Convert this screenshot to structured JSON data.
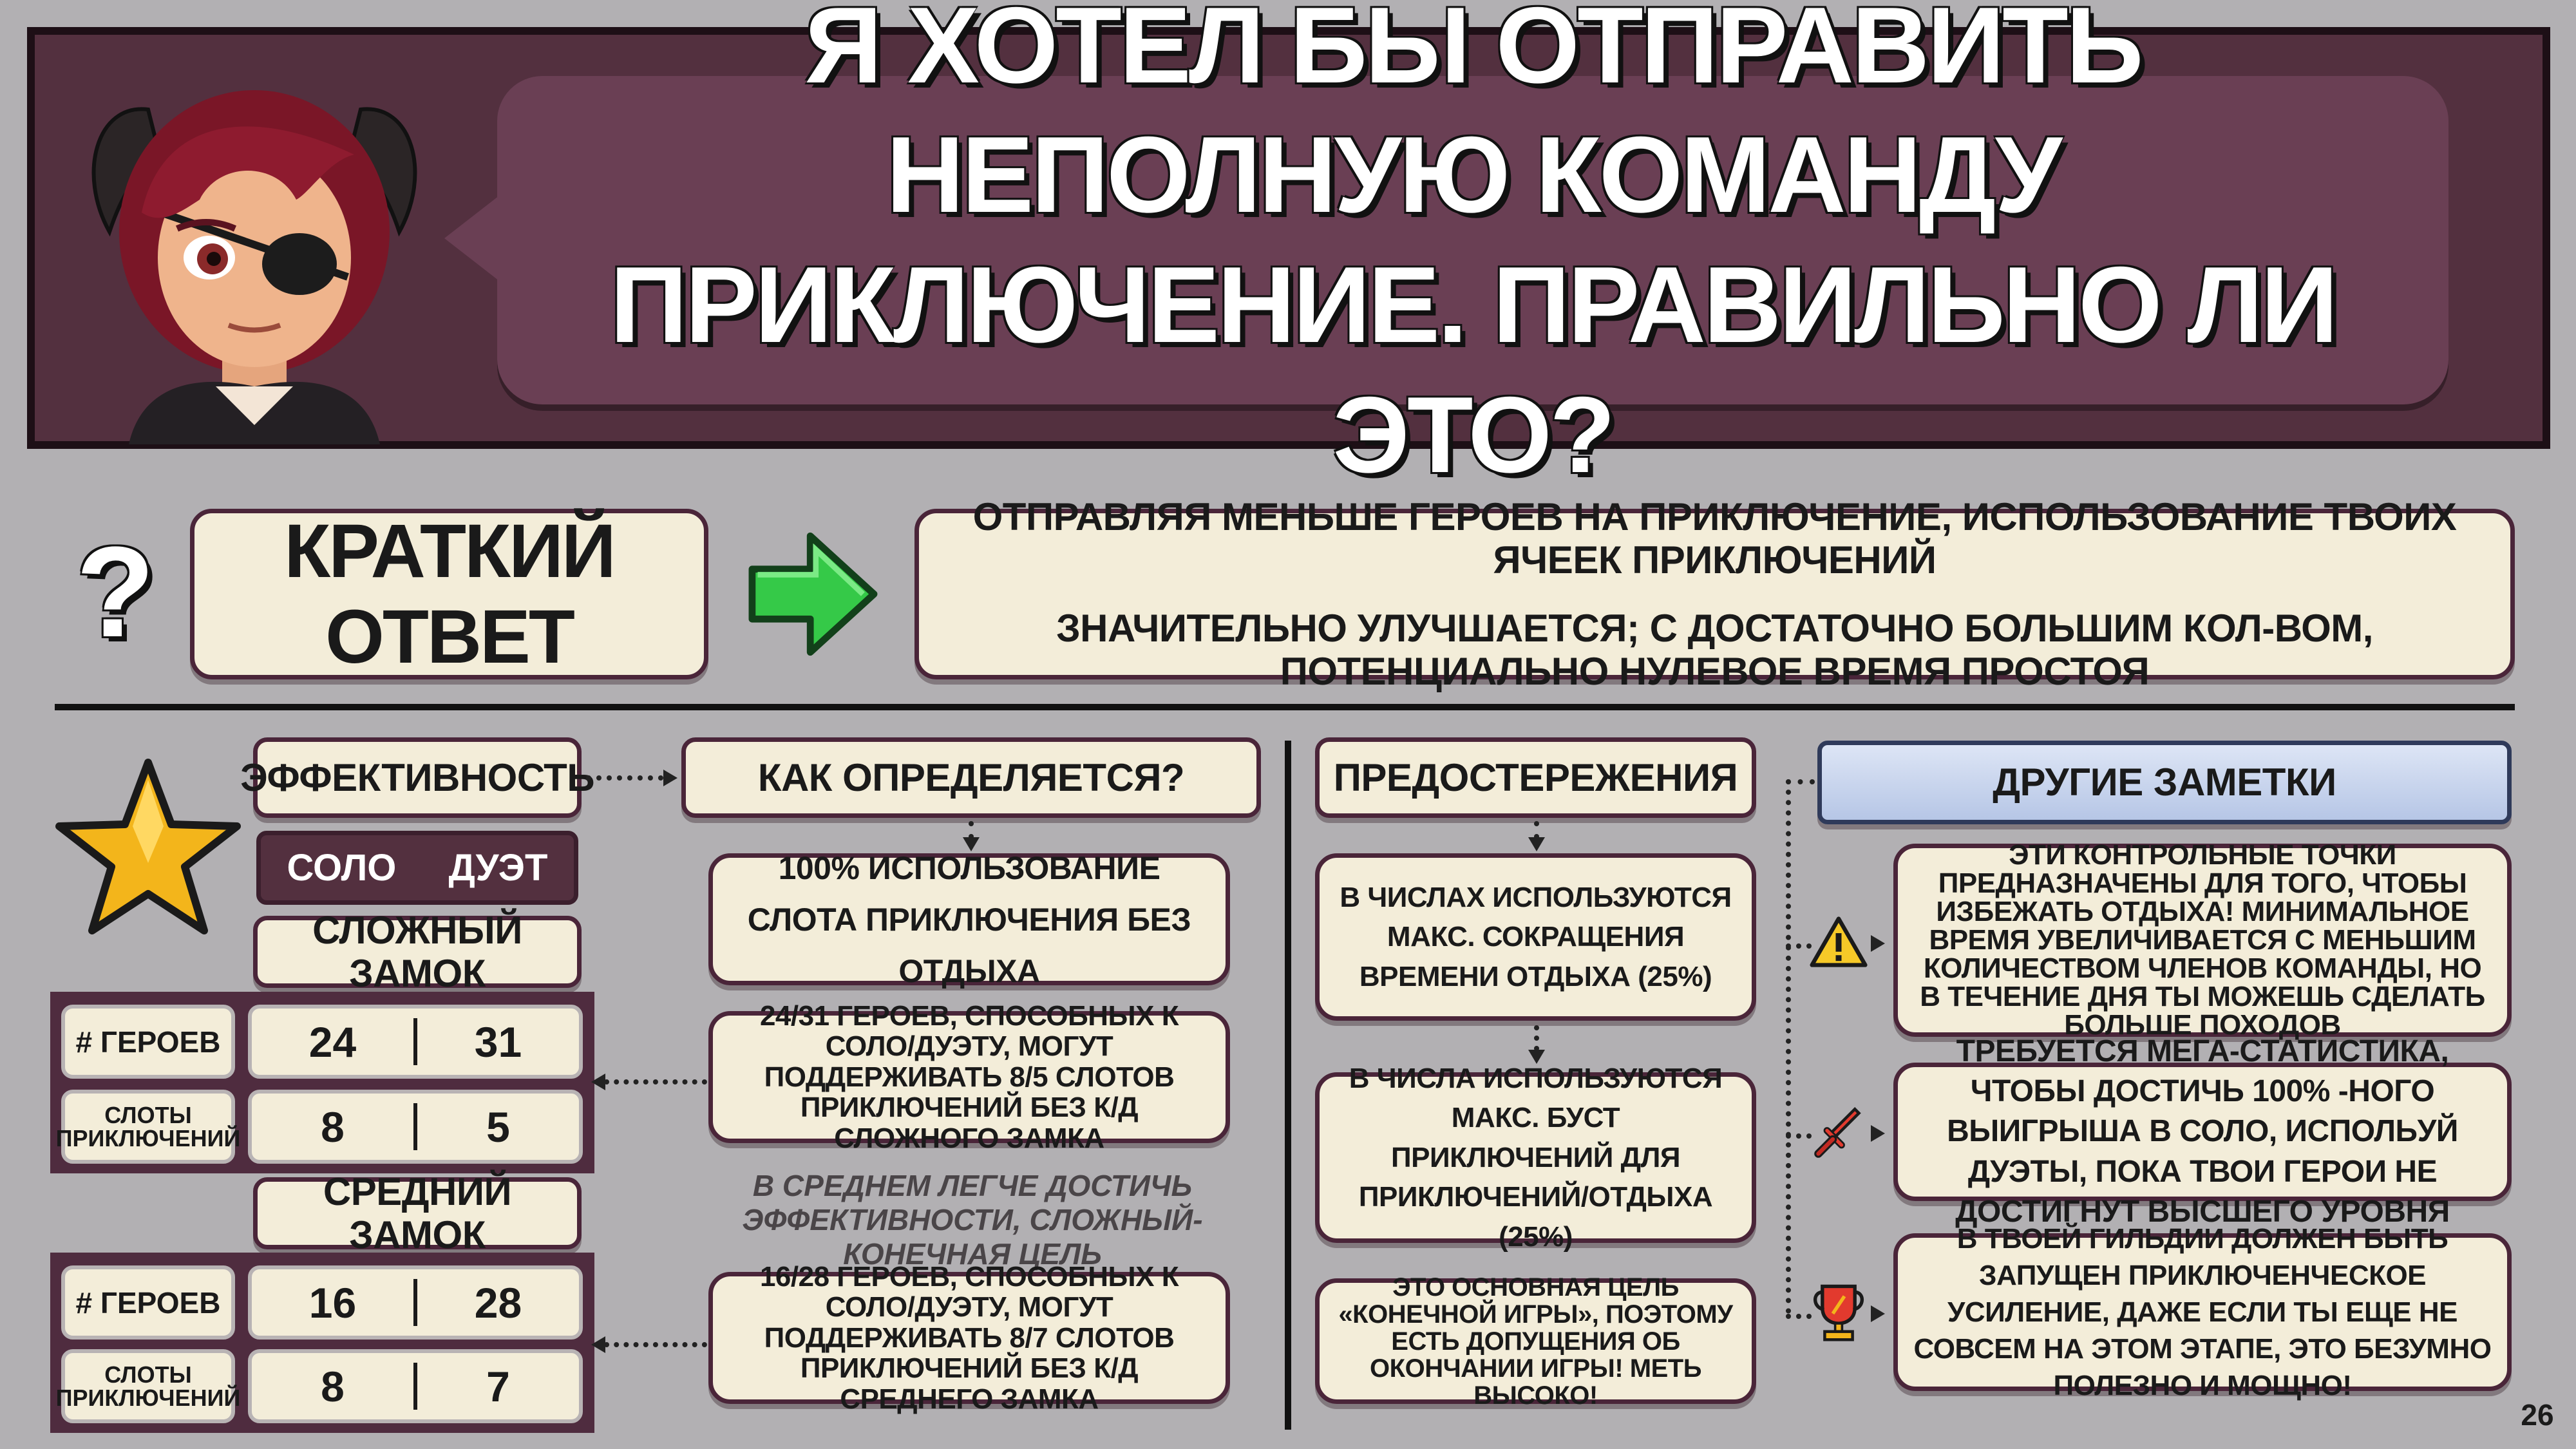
{
  "title": "Я ХОТЕЛ БЫ ОТПРАВИТЬ НЕПОЛНУЮ КОМАНДУ\nПРИКЛЮЧЕНИЕ. ПРАВИЛЬНО ЛИ ЭТО?",
  "short_answer": {
    "question_mark": "?",
    "label": "КРАТКИЙ ОТВЕТ",
    "line1": "ОТПРАВЛЯЯ МЕНЬШЕ ГЕРОЕВ НА ПРИКЛЮЧЕНИЕ, ИСПОЛЬЗОВАНИЕ ТВОИХ ЯЧЕЕК ПРИКЛЮЧЕНИЙ",
    "line2": "ЗНАЧИТЕЛЬНО УЛУЧШАЕТСЯ; С ДОСТАТОЧНО БОЛЬШИМ КОЛ-ВОМ, ПОТЕНЦИАЛЬНО НУЛЕВОЕ ВРЕМЯ ПРОСТОЯ"
  },
  "efficiency": {
    "header": "ЭФФЕКТИВНОСТЬ",
    "solo": "СОЛО",
    "duo": "ДУЭТ",
    "hard_castle": {
      "title": "СЛОЖНЫЙ ЗАМОК",
      "heroes_label": "# ГЕРОЕВ",
      "heroes_solo": "24",
      "heroes_duo": "31",
      "slots_label": "СЛОТЫ ПРИКЛЮЧЕНИЙ",
      "slots_solo": "8",
      "slots_duo": "5"
    },
    "medium_castle": {
      "title": "СРЕДНИЙ ЗАМОК",
      "heroes_label": "# ГЕРОЕВ",
      "heroes_solo": "16",
      "heroes_duo": "28",
      "slots_label": "СЛОТЫ ПРИКЛЮЧЕНИЙ",
      "slots_solo": "8",
      "slots_duo": "7"
    }
  },
  "how_defined": {
    "header": "КАК ОПРЕДЕЛЯЕТСЯ?",
    "definition": "100% ИСПОЛЬЗОВАНИЕ СЛОТА ПРИКЛЮЧЕНИЯ БЕЗ ОТДЫХА",
    "hard_note": "24/31 ГЕРОЕВ, СПОСОБНЫХ К СОЛО/ДУЭТУ, МОГУТ ПОДДЕРЖИВАТЬ 8/5 СЛОТОВ ПРИКЛЮЧЕНИЙ БЕЗ К/Д СЛОЖНОГО ЗАМКА",
    "italic_note": "В СРЕДНЕМ ЛЕГЧЕ ДОСТИЧЬ ЭФФЕКТИВНОСТИ, СЛОЖНЫЙ- КОНЕЧНАЯ ЦЕЛЬ",
    "medium_note": "16/28 ГЕРОЕВ, СПОСОБНЫХ К СОЛО/ДУЭТУ, МОГУТ ПОДДЕРЖИВАТЬ 8/7 СЛОТОВ ПРИКЛЮЧЕНИЙ БЕЗ К/Д СРЕДНЕГО ЗАМКА"
  },
  "warnings": {
    "header": "ПРЕДОСТЕРЕЖЕНИЯ",
    "item1": "В ЧИСЛАХ ИСПОЛЬЗУЮТСЯ МАКС. СОКРАЩЕНИЯ ВРЕМЕНИ ОТДЫХА (25%)",
    "item2": "В ЧИСЛА ИСПОЛЬЗУЮТСЯ МАКС. БУСТ ПРИКЛЮЧЕНИЙ ДЛЯ ПРИКЛЮЧЕНИЙ/ОТДЫХА (25%)",
    "item3": "ЭТО ОСНОВНАЯ ЦЕЛЬ «КОНЕЧНОЙ ИГРЫ», ПОЭТОМУ ЕСТЬ ДОПУЩЕНИЯ ОБ ОКОНЧАНИИ ИГРЫ! МЕТЬ ВЫСОКО!"
  },
  "other_notes": {
    "header": "ДРУГИЕ ЗАМЕТКИ",
    "note1": "ЭТИ КОНТРОЛЬНЫЕ ТОЧКИ ПРЕДНАЗНАЧЕНЫ ДЛЯ ТОГО, ЧТОБЫ ИЗБЕЖАТЬ ОТДЫХА! МИНИМАЛЬНОЕ ВРЕМЯ УВЕЛИЧИВАЕТСЯ С МЕНЬШИМ КОЛИЧЕСТВОМ ЧЛЕНОВ КОМАНДЫ, НО В ТЕЧЕНИЕ ДНЯ ТЫ МОЖЕШЬ СДЕЛАТЬ БОЛЬШЕ ПОХОДОВ",
    "note2": "ТРЕБУЕТСЯ МЕГА-СТАТИСТИКА, ЧТОБЫ ДОСТИЧЬ 100% -НОГО ВЫИГРЫША В СОЛО, ИСПОЛЬУЙ ДУЭТЫ, ПОКА ТВОИ ГЕРОИ НЕ ДОСТИГНУТ ВЫСШЕГО УРОВНЯ",
    "note3": "В ТВОЕЙ ГИЛЬДИИ ДОЛЖЕН БЫТЬ ЗАПУЩЕН ПРИКЛЮЧЕНЧЕСКОЕ УСИЛЕНИЕ, ДАЖЕ ЕСЛИ ТЫ ЕЩЕ НЕ СОВСЕМ НА ЭТОМ ЭТАПЕ, ЭТО БЕЗУМНО ПОЛЕЗНО И МОЩНО!"
  },
  "page_number": "26",
  "colors": {
    "background": "#b2b0b3",
    "banner": "#53303f",
    "bubble": "#6a3f54",
    "box_fill": "#f3edd9",
    "box_border": "#4a2539",
    "accent_green": "#35c948",
    "star_gold": "#f3b51b",
    "notes_header_blue": "#c9d6ee"
  },
  "icons": [
    "character-portrait",
    "question-mark",
    "arrow-right-icon",
    "star-icon",
    "warning-icon",
    "sword-icon",
    "trophy-icon"
  ]
}
